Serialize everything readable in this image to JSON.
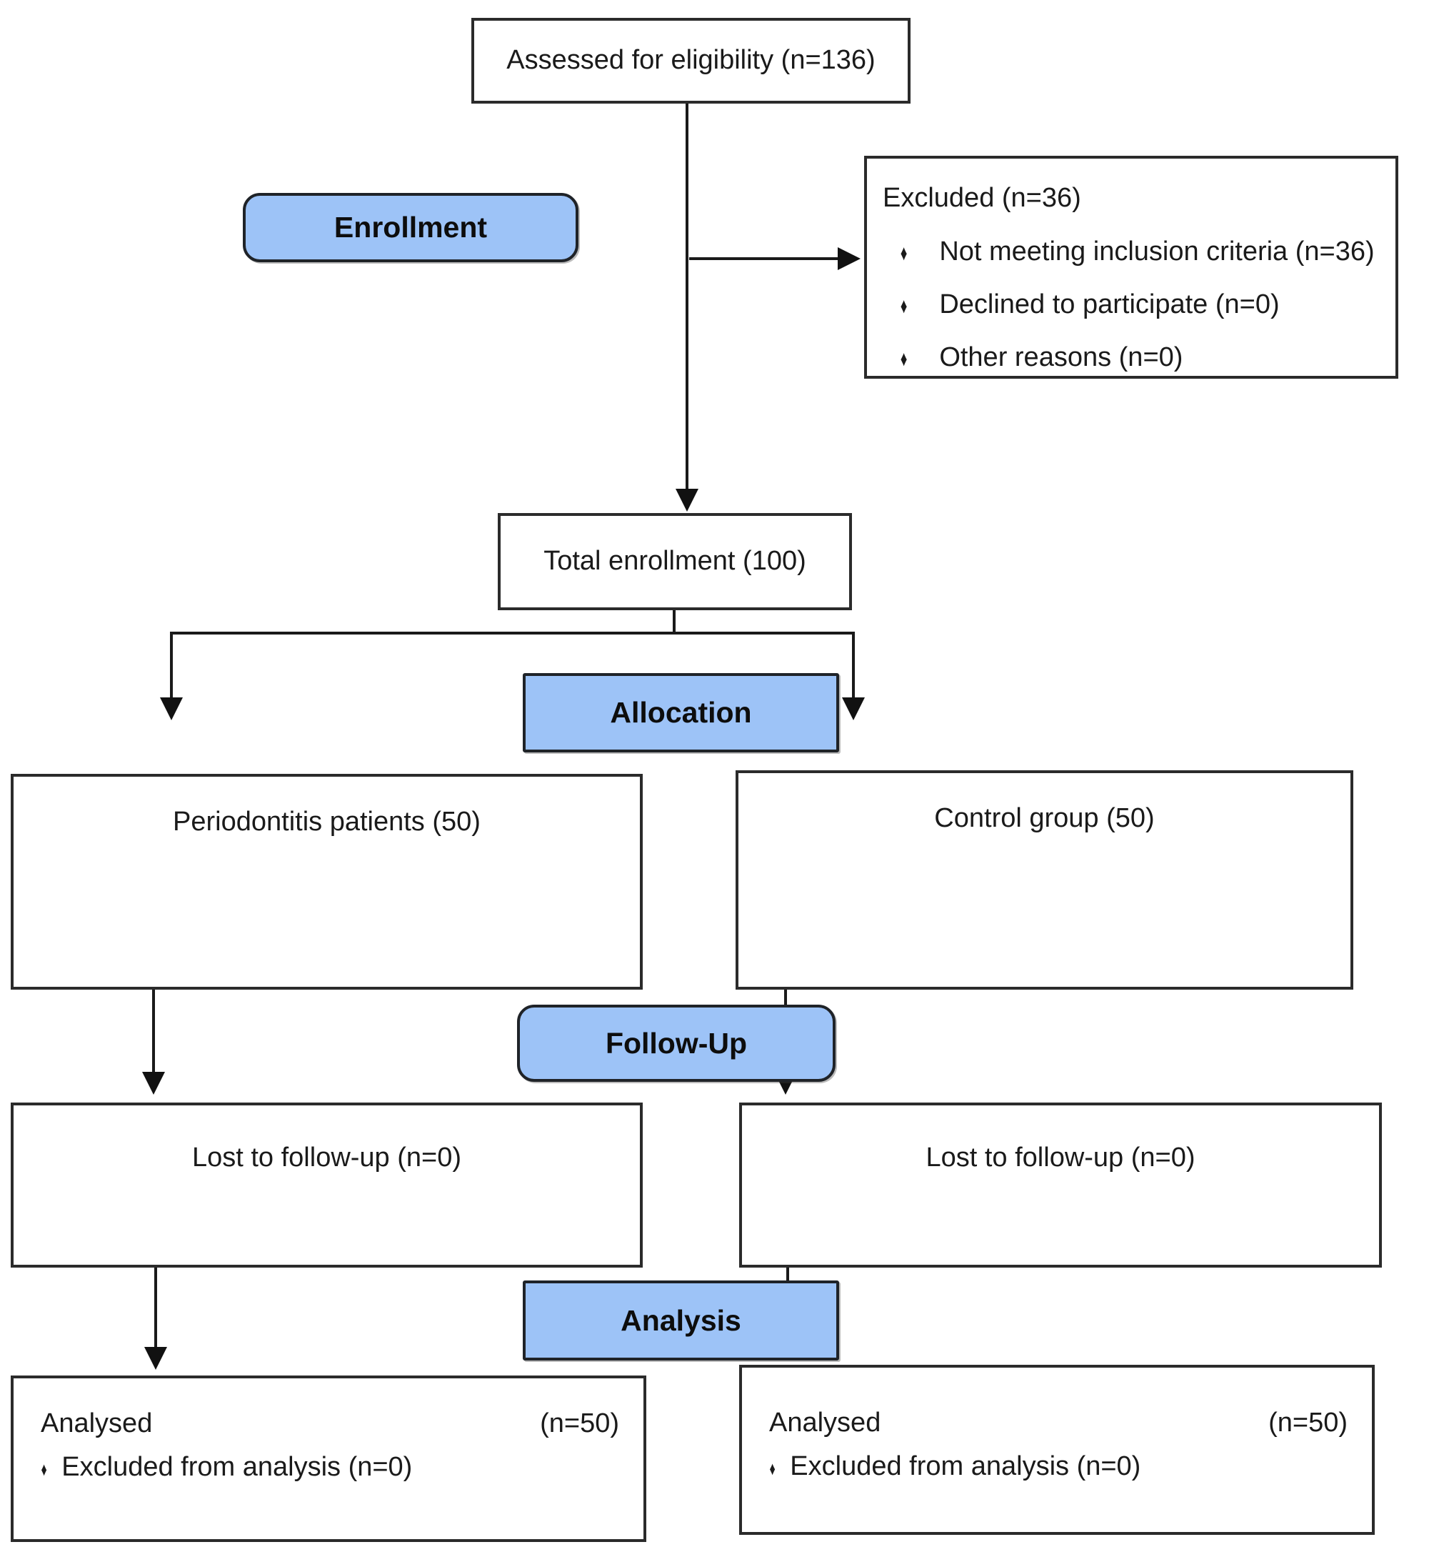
{
  "flowchart": {
    "assessed": {
      "label": "Assessed for eligibility (n=136)"
    },
    "stages": {
      "enrollment": "Enrollment",
      "allocation": "Allocation",
      "followup": "Follow-Up",
      "analysis": "Analysis"
    },
    "excluded": {
      "title": "Excluded (n=36)",
      "items": [
        "Not meeting inclusion criteria (n=36)",
        "Declined to participate (n=0)",
        "Other reasons (n=0)"
      ]
    },
    "total": {
      "label": "Total enrollment (100)"
    },
    "groups": {
      "left": {
        "label": "Periodontitis patients (50)"
      },
      "right": {
        "label": "Control group (50)"
      }
    },
    "lost": {
      "left": {
        "label": "Lost to follow-up (n=0)"
      },
      "right": {
        "label": "Lost to follow-up (n=0)"
      }
    },
    "analysis": {
      "left": {
        "label": "Analysed",
        "count": "(n=50)",
        "item": "Excluded from analysis (n=0)"
      },
      "right": {
        "label": "Analysed",
        "count": "(n=50)",
        "item": "Excluded from analysis (n=0)"
      }
    },
    "icons": {
      "bullet": "♦"
    },
    "colors": {
      "stage_fill": "#9DC3F7",
      "stage_border": "#1F2328",
      "box_border": "#2B2B2B",
      "line": "#1A1A1A",
      "background": "#FFFFFF",
      "text": "#1A1A1A"
    }
  }
}
